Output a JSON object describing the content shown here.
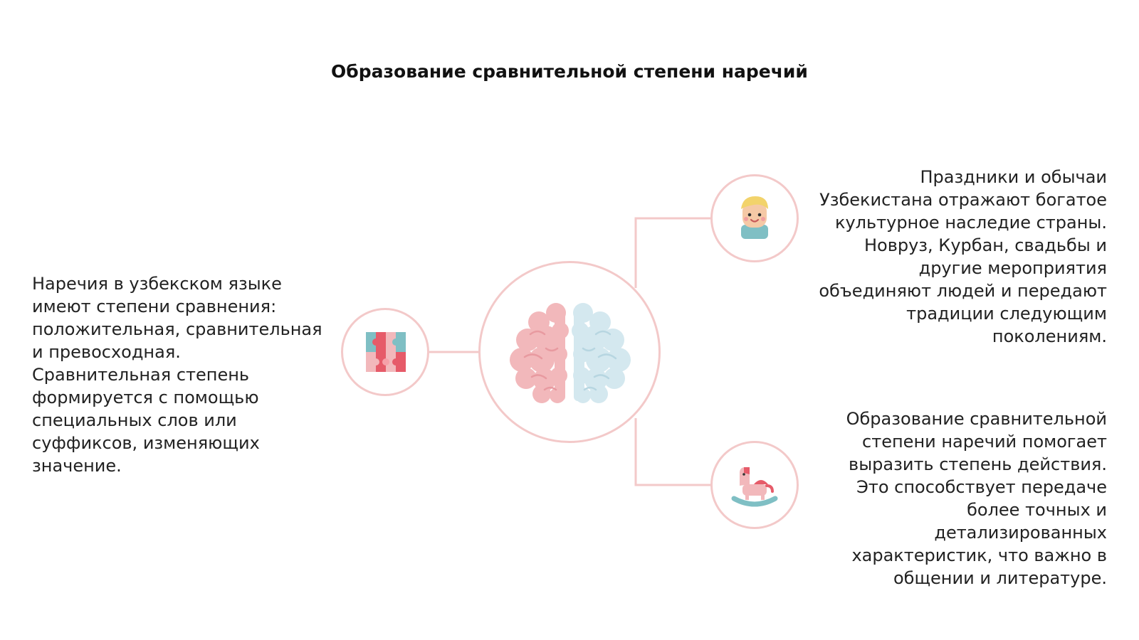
{
  "title": "Образование сравнительной степени наречий",
  "nodes": {
    "center": {
      "icon": "brain-icon"
    },
    "left": {
      "icon": "puzzle-icon",
      "text": "Наречия в узбекском языке имеют степени сравнения: положительная, сравнительная и превосходная. Сравнительная степень формируется с помощью специальных слов или суффиксов, изменяющих значение."
    },
    "top_right": {
      "icon": "child-face-icon",
      "text": "Праздники и обычаи Узбекистана отражают богатое культурное наследие страны. Новруз, Курбан, свадьбы и другие мероприятия объединяют людей и передают традиции следующим поколениям."
    },
    "bottom_right": {
      "icon": "rocking-horse-icon",
      "text": "Образование сравнительной степени наречий помогает выразить степень действия. Это способствует передаче более точных и детализированных характеристик, что важно в общении и литературе."
    }
  },
  "colors": {
    "connector": "#f3c9c9",
    "brain_left": "#f2b8bb",
    "brain_right": "#d4e8ef",
    "accent_red": "#e65b69",
    "accent_teal": "#7fbfc4",
    "skin": "#f5c9a6",
    "hair": "#f2d36b"
  }
}
